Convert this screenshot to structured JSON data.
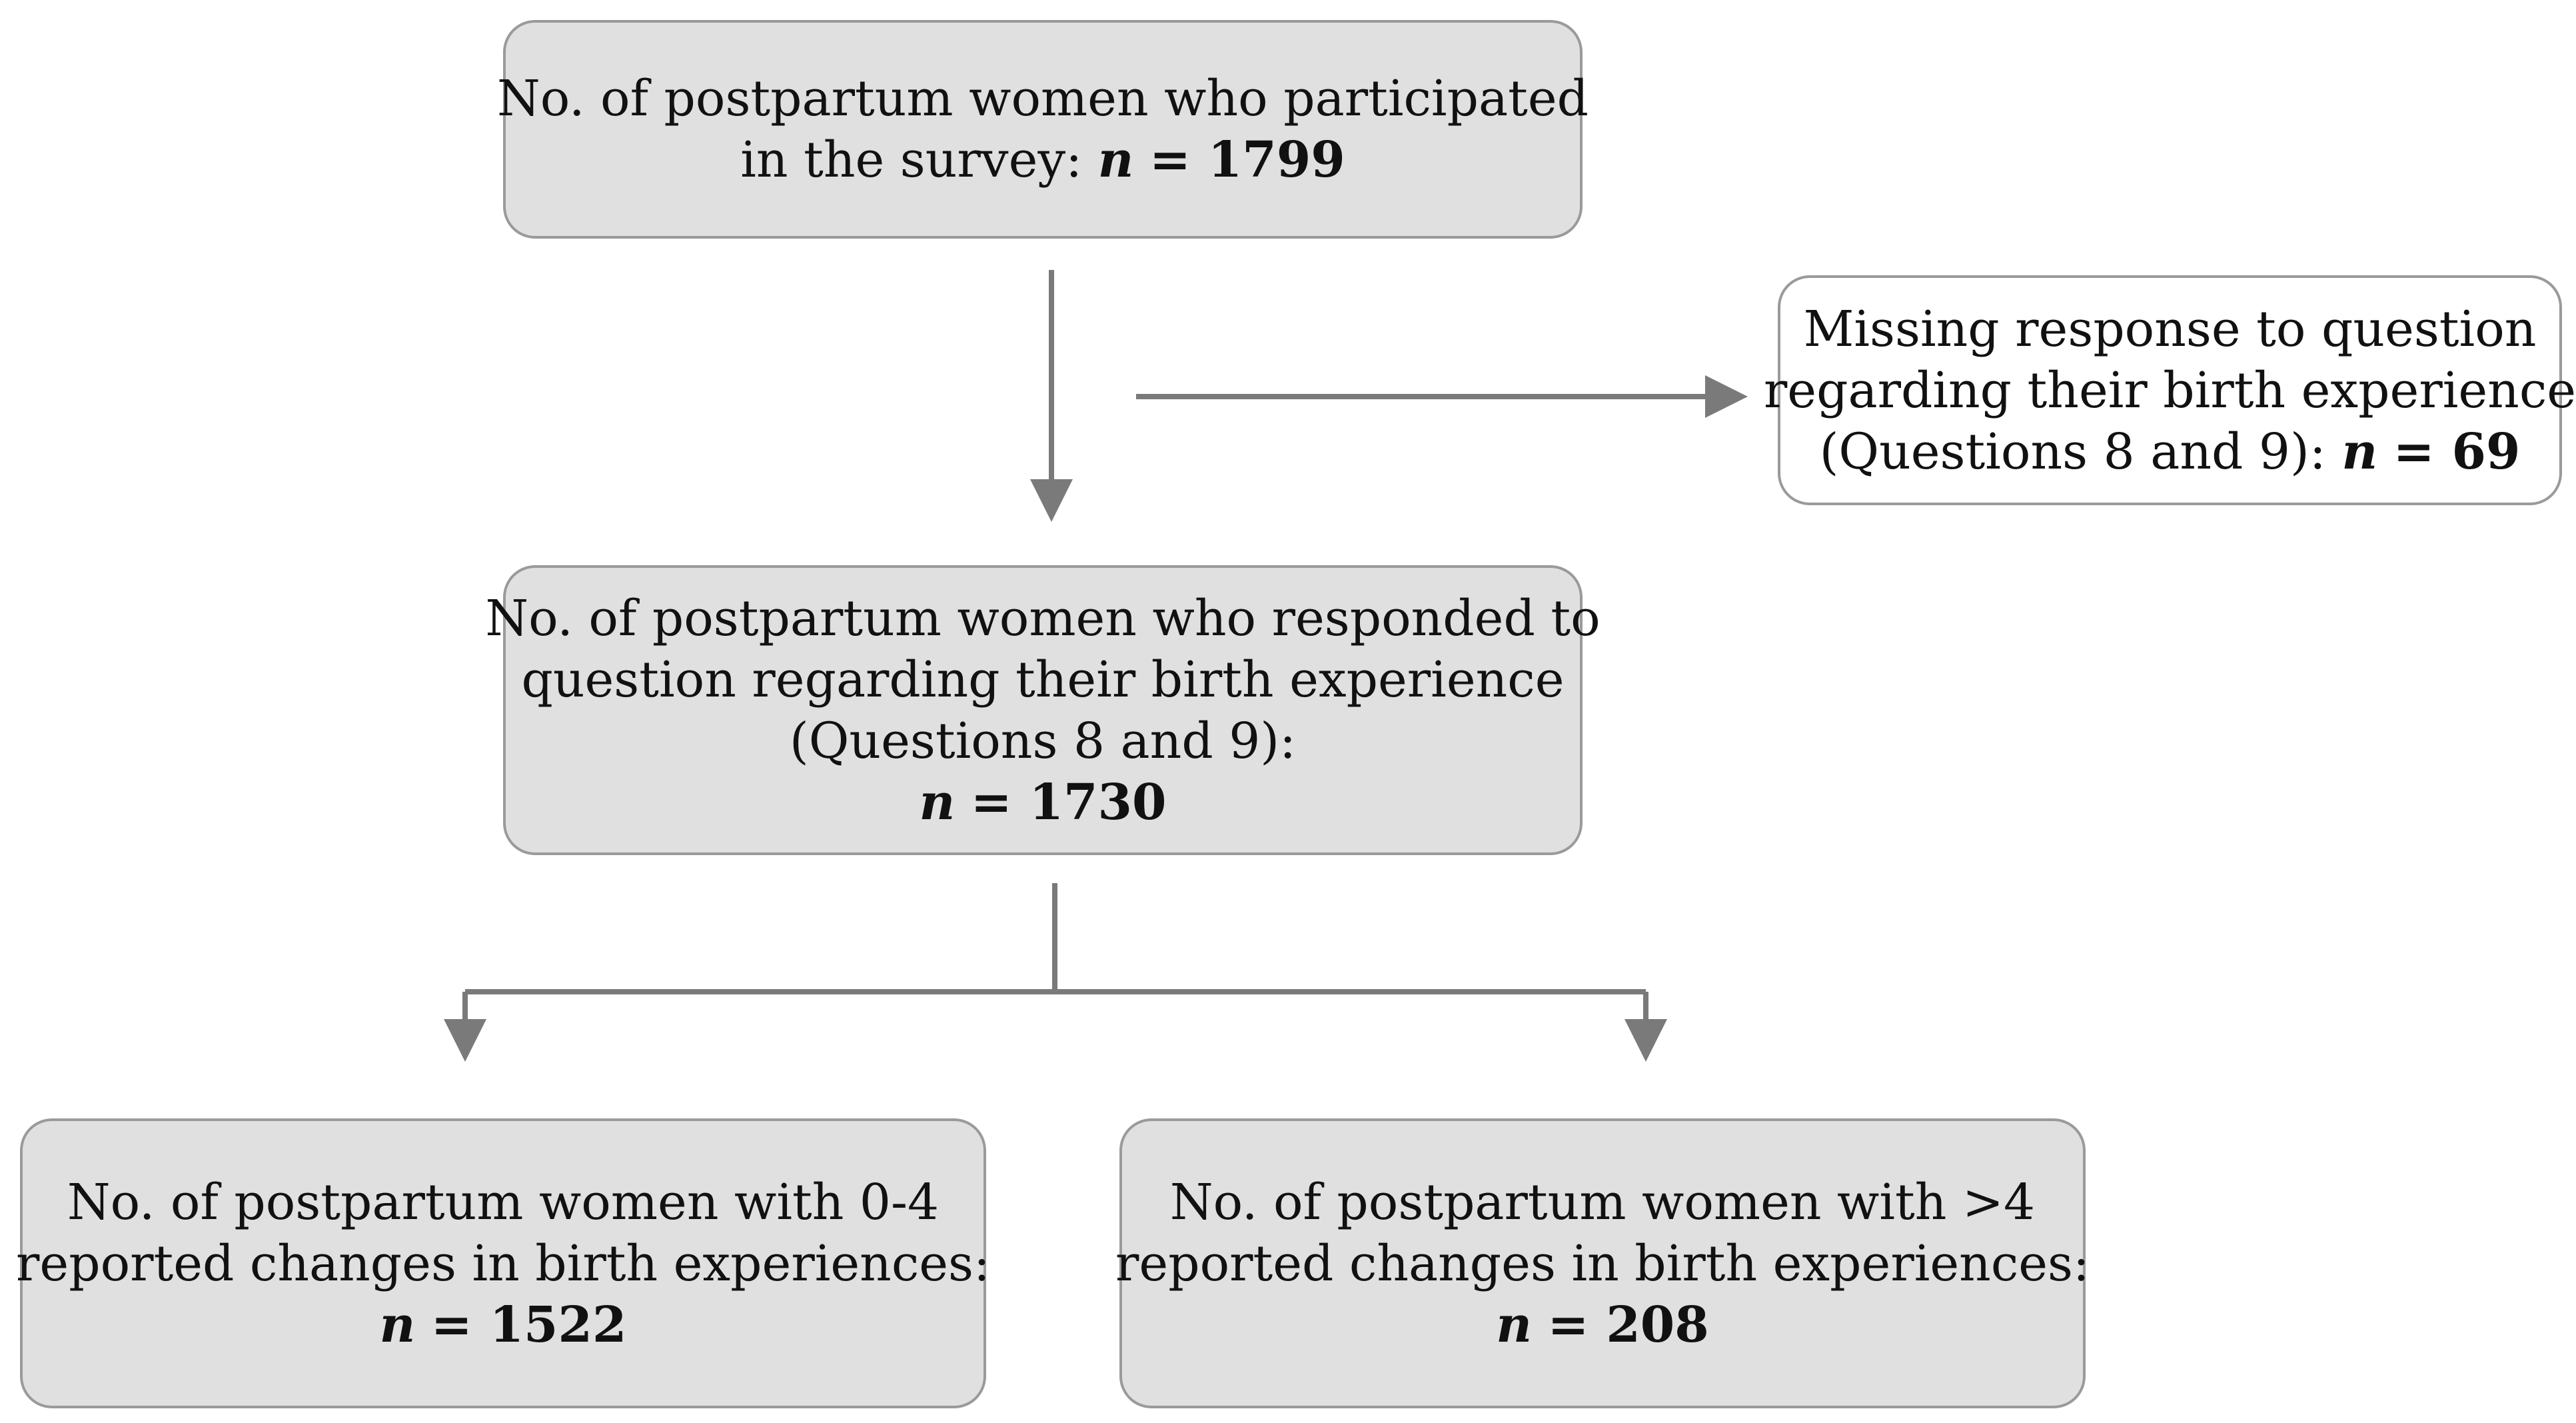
{
  "boxes": {
    "participated": {
      "lines": [
        "No. of postpartum women who participated"
      ],
      "last_prefix": "in the survey: ",
      "n_var": "n",
      "n_value": "= 1799"
    },
    "missing": {
      "lines": [
        "Missing response to question",
        "regarding their birth experience"
      ],
      "last_prefix": "(Questions 8 and 9): ",
      "n_var": "n",
      "n_value": "= 69"
    },
    "responded": {
      "lines": [
        "No. of postpartum women who responded to",
        "question regarding their birth experience",
        "(Questions 8 and 9):"
      ],
      "last_prefix": "",
      "n_var": "n",
      "n_value": "= 1730"
    },
    "changes_low": {
      "lines": [
        "No. of postpartum women with 0-4",
        "reported changes in birth experiences:"
      ],
      "last_prefix": "",
      "n_var": "n",
      "n_value": "= 1522"
    },
    "changes_high": {
      "lines": [
        "No. of postpartum women with >4",
        "reported changes in birth experiences:"
      ],
      "last_prefix": "",
      "n_var": "n",
      "n_value": "= 208"
    }
  },
  "colors": {
    "box_fill": "#e0e0e0",
    "box_border": "#9a9a9a",
    "arrow": "#7a7a7a"
  }
}
